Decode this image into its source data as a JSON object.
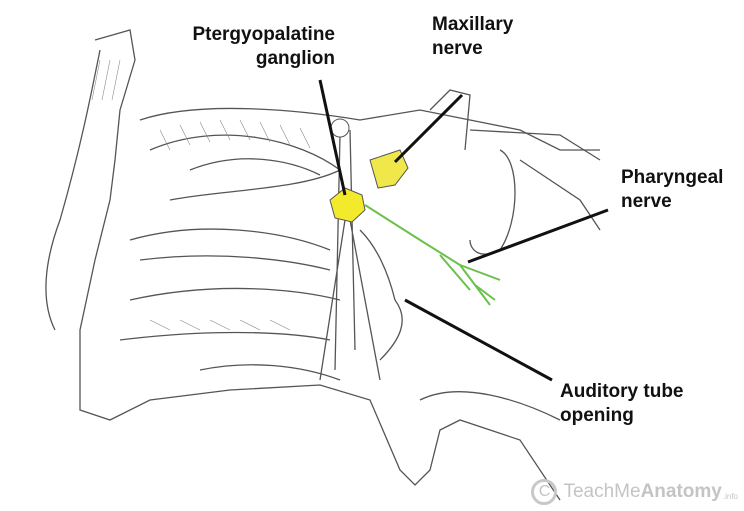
{
  "labels": {
    "ganglion": [
      "Ptergyopalatine",
      "ganglion"
    ],
    "maxillary": [
      "Maxillary",
      "nerve"
    ],
    "pharyngeal": [
      "Pharyngeal",
      "nerve"
    ],
    "auditory": [
      "Auditory tube",
      "opening"
    ]
  },
  "watermark": {
    "symbol": "C",
    "brand_light": "TeachMe",
    "brand_bold": "Anatomy",
    "suffix": ".info"
  },
  "colors": {
    "ganglion": "#f2ea2a",
    "maxillary": "#f0e84a",
    "pharyngeal": "#6cc04a",
    "leader": "#111111"
  }
}
